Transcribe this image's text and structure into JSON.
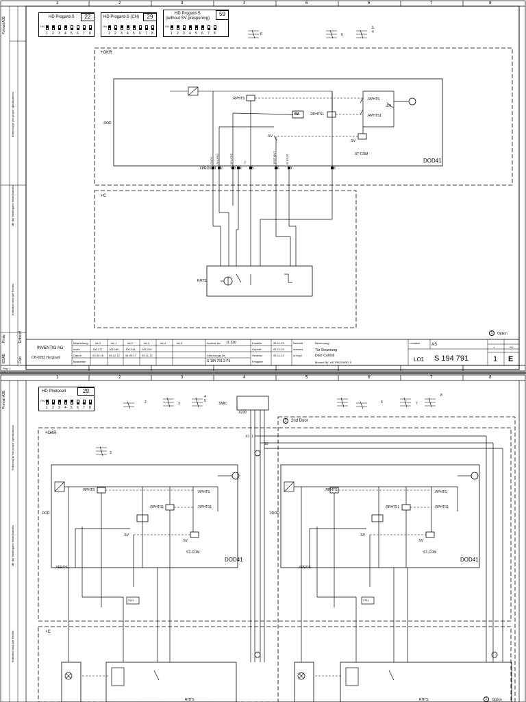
{
  "ruler": [
    "1",
    "2",
    "3",
    "4",
    "5",
    "6",
    "7",
    "8"
  ],
  "format": "Format A3E",
  "sheet1": {
    "dips": [
      {
        "label": "HD Progard-S",
        "value": "22",
        "states": [
          1,
          1,
          0,
          1,
          0,
          0,
          0,
          0
        ]
      },
      {
        "label": "HD Progard-S (CH)",
        "value": "29",
        "states": [
          1,
          0,
          1,
          1,
          1,
          0,
          0,
          0
        ]
      },
      {
        "label": "HD Progard-S",
        "label2": "(without SV prespening)",
        "value": "59",
        "states": [
          1,
          1,
          0,
          1,
          1,
          1,
          0,
          0
        ]
      }
    ],
    "dip_on": "ON",
    "dip_numbers": [
      "1",
      "2",
      "3",
      "4",
      "5",
      "6",
      "7",
      "8"
    ],
    "ref_6": "6",
    "ref_6b": "6",
    "ref_5": "5",
    "ref_4": "4",
    "region_okr": "+OKR",
    "region_c": "+C",
    "dod_label": ".DOD",
    "dod41": "DOD41",
    "xpros": ".XPROS",
    "rphts": ".RPHTS",
    "rphts1": ".RPHTS1",
    "sv": ".SV",
    "st_com": "ST-COM",
    "ba": "BA",
    "rhts": "RHTS",
    "pin_labels": [
      "GND1",
      "24V-PS2",
      "24V-PS2",
      "+V",
      "TEST OUT",
      "STATUS"
    ],
    "terminals": [
      "1",
      "2",
      "3",
      "4",
      "5",
      "6",
      "7",
      "8"
    ],
    "option_num": "1",
    "option_text": "Option",
    "side_texts": [
      "Enforcing to the proper specifications",
      "Mit der Weitergabe einverstanden",
      "Enthalten sind alle Rechte"
    ],
    "vertical_left": [
      "Prüfe",
      "EGAD",
      "Entwurf",
      "Foto"
    ],
    "titleblock": {
      "company": "INVENTIO AG",
      "address": "CH-6052 Hergiswil",
      "row_labels": [
        "Bearbeitung",
        "Index",
        "Datum",
        "Bearbeiter"
      ],
      "cols_head": [
        "Ae 0",
        "Ae 1",
        "Ae 2",
        "Ae 3",
        "Ae 4",
        "Ae 5"
      ],
      "index_vals": [
        "106 177",
        "106 180",
        "106 218",
        "106 220"
      ],
      "date_vals": [
        "03-09-16",
        "05-12-12",
        "04-09-17",
        "05-11-12"
      ],
      "archiv_label": "Archive-No.",
      "archiv_no": "11 220",
      "drawing_label": "Zeichnungs-Nr.",
      "drawing_no": "S 194 791.3 P1",
      "creator": [
        "Ersteller",
        "Geprüft",
        "Verantw.",
        "Freigabe"
      ],
      "dates": [
        "05-11-15",
        "05-11-15",
        "05-11-15"
      ],
      "names": [
        "Neubert",
        "schwetz",
        "st.hope"
      ],
      "desc_label": "Benennung",
      "desc1": "Tür Steuerung",
      "desc2": "Door Control",
      "desc3": "Modeot BX, HD PROGARD-S",
      "loc_label": "Location",
      "loc_val": "AS",
      "sub": "LO1",
      "sheet_no": "S 194 791",
      "page": "1",
      "rev": "E",
      "pages": "1",
      "format_right": "A3",
      "bottom_left": "Reg. 1"
    }
  },
  "sheet2": {
    "dip": {
      "label": "HD Photocell",
      "value": "29",
      "states": [
        1,
        0,
        1,
        1,
        1,
        0,
        0,
        0
      ]
    },
    "refs": [
      "2",
      "3",
      "4",
      "5",
      "7",
      "8",
      "6"
    ],
    "smic": ".SMIC",
    "x230": ".X230",
    "second_door": "2nd Door",
    "option_num": "1",
    "region_okr": "+OKR",
    "region_c": "+C",
    "ref3": "3",
    "dod1": ".DOD",
    "dod2": "2DOD",
    "dod41a": "DOD41",
    "dod41b": "DOD41",
    "xpros": ".XPROS",
    "rphts": ".RPHTS",
    "rphts1": ".RPHTS1",
    "sv": ".SV",
    "st_com": "ST-COM",
    "x1": ".X1",
    "rhts": "RHTS",
    "option_text": "Option",
    "marks": [
      "1",
      "10",
      "2311"
    ]
  }
}
